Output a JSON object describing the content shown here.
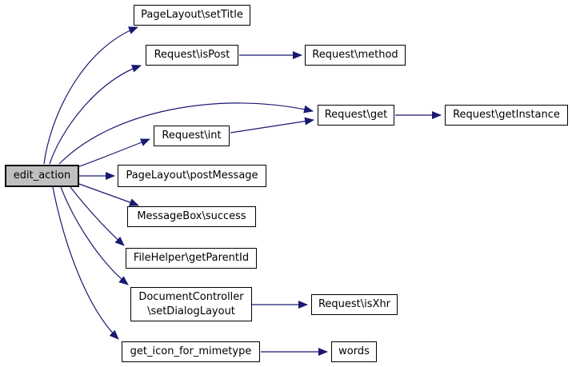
{
  "graph": {
    "type": "call-graph",
    "edge_color": "#191970",
    "node_border_color": "#000000",
    "node_fill_color": "#ffffff",
    "root_node_fill_color": "#bfbfbf",
    "text_color": "#000000",
    "nodes": [
      {
        "id": "edit_action",
        "label": "edit_action",
        "root": true
      },
      {
        "id": "pagelayout_settitle",
        "label": "PageLayout\\setTitle"
      },
      {
        "id": "request_ispost",
        "label": "Request\\isPost"
      },
      {
        "id": "request_method",
        "label": "Request\\method"
      },
      {
        "id": "request_get",
        "label": "Request\\get"
      },
      {
        "id": "request_getinstance",
        "label": "Request\\getInstance"
      },
      {
        "id": "request_int",
        "label": "Request\\int"
      },
      {
        "id": "pagelayout_postmessage",
        "label": "PageLayout\\postMessage"
      },
      {
        "id": "messagebox_success",
        "label": "MessageBox\\success"
      },
      {
        "id": "filehelper_getparentid",
        "label": "FileHelper\\getParentId"
      },
      {
        "id": "documentcontroller_setdialoglayout",
        "label": "DocumentController\n\\setDialogLayout"
      },
      {
        "id": "request_isxhr",
        "label": "Request\\isXhr"
      },
      {
        "id": "get_icon_for_mimetype",
        "label": "get_icon_for_mimetype"
      },
      {
        "id": "words",
        "label": "words"
      }
    ],
    "edges": [
      {
        "from": "edit_action",
        "to": "pagelayout_settitle"
      },
      {
        "from": "edit_action",
        "to": "request_ispost"
      },
      {
        "from": "edit_action",
        "to": "request_get"
      },
      {
        "from": "edit_action",
        "to": "request_int"
      },
      {
        "from": "edit_action",
        "to": "pagelayout_postmessage"
      },
      {
        "from": "edit_action",
        "to": "messagebox_success"
      },
      {
        "from": "edit_action",
        "to": "filehelper_getparentid"
      },
      {
        "from": "edit_action",
        "to": "documentcontroller_setdialoglayout"
      },
      {
        "from": "edit_action",
        "to": "get_icon_for_mimetype"
      },
      {
        "from": "request_ispost",
        "to": "request_method"
      },
      {
        "from": "request_int",
        "to": "request_get"
      },
      {
        "from": "request_get",
        "to": "request_getinstance"
      },
      {
        "from": "documentcontroller_setdialoglayout",
        "to": "request_isxhr"
      },
      {
        "from": "get_icon_for_mimetype",
        "to": "words"
      }
    ]
  }
}
